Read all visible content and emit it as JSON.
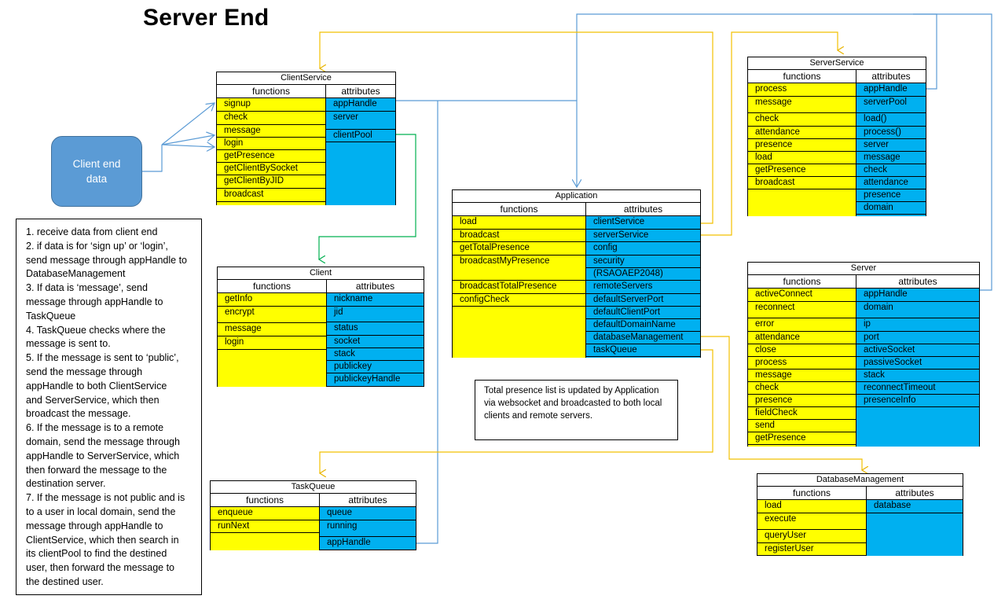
{
  "title": "Server End",
  "client_end": {
    "line1": "Client end",
    "line2": "data"
  },
  "header_functions": "functions",
  "header_attributes": "attributes",
  "classes": {
    "client_service": {
      "name": "ClientService",
      "functions": [
        "signup",
        "check",
        "message",
        "login",
        "getPresence",
        "getClientBySocket",
        "getClientByJID",
        "broadcast"
      ],
      "attributes": [
        "appHandle",
        "server",
        "clientPool"
      ]
    },
    "client": {
      "name": "Client",
      "functions": [
        "getInfo",
        "encrypt",
        "message",
        "login"
      ],
      "attributes": [
        "nickname",
        "jid",
        "status",
        "socket",
        "stack",
        "publickey",
        "publickeyHandle"
      ]
    },
    "task_queue": {
      "name": "TaskQueue",
      "functions": [
        "enqueue",
        "runNext"
      ],
      "attributes": [
        "queue",
        "running",
        "appHandle"
      ]
    },
    "application": {
      "name": "Application",
      "functions": [
        "load",
        "broadcast",
        "getTotalPresence",
        "broadcastMyPresence",
        "broadcastTotalPresence",
        "configCheck"
      ],
      "attributes": [
        "clientService",
        "serverService",
        "config",
        "security",
        "(RSAOAEP2048)",
        "remoteServers",
        "defaultServerPort",
        "defaultClientPort",
        "defaultDomainName",
        "databaseManagement",
        "taskQueue"
      ]
    },
    "server_service": {
      "name": "ServerService",
      "functions": [
        "process",
        "message",
        "check",
        "attendance",
        "presence",
        "load",
        "getPresence",
        "broadcast"
      ],
      "attributes": [
        "appHandle",
        "serverPool",
        "load()",
        "process()",
        "server",
        "message",
        "check",
        "attendance",
        "presence",
        "domain"
      ]
    },
    "server": {
      "name": "Server",
      "functions": [
        "activeConnect",
        "reconnect",
        "error",
        "attendance",
        "close",
        "process",
        "message",
        "check",
        "presence",
        "fieldCheck",
        "send",
        "getPresence"
      ],
      "attributes": [
        "appHandle",
        "domain",
        "ip",
        "port",
        "activeSocket",
        "passiveSocket",
        "stack",
        "reconnectTimeout",
        "presenceInfo"
      ]
    },
    "database_management": {
      "name": "DatabaseManagement",
      "functions": [
        "load",
        "execute",
        "queryUser",
        "registerUser"
      ],
      "attributes": [
        "database"
      ]
    }
  },
  "notes": [
    "1. receive data from client end",
    "2. if data is for ‘sign up’ or ‘login’,",
    "send message through appHandle to",
    "DatabaseManagement",
    "3. If data is ‘message’, send",
    "message through appHandle to",
    "TaskQueue",
    "4. TaskQueue checks where the",
    "message is sent to.",
    "5. If the message is sent to ‘public’,",
    "send the message through",
    "appHandle to both ClientService",
    "and ServerService, which then",
    "broadcast the message.",
    "6. If the message is to a remote",
    "domain, send the message through",
    "appHandle to ServerService, which",
    "then forward the message to the",
    "destination server.",
    "7. If the message is not public and is",
    "to a user in local domain, send the",
    "message through appHandle to",
    "ClientService, which then search in",
    "its clientPool to find the destined",
    "user, then forward the message to",
    "the destined user."
  ],
  "callout": [
    "Total presence list is updated by Application",
    "via websocket and broadcasted to both local",
    "clients and remote servers."
  ],
  "colors": {
    "functions_bg": "#ffff00",
    "attributes_bg": "#00b0f0",
    "client_end_bg": "#5b9bd5",
    "blue_line": "#5b9bd5",
    "orange_line": "#f2c000",
    "green_line": "#00b050"
  }
}
